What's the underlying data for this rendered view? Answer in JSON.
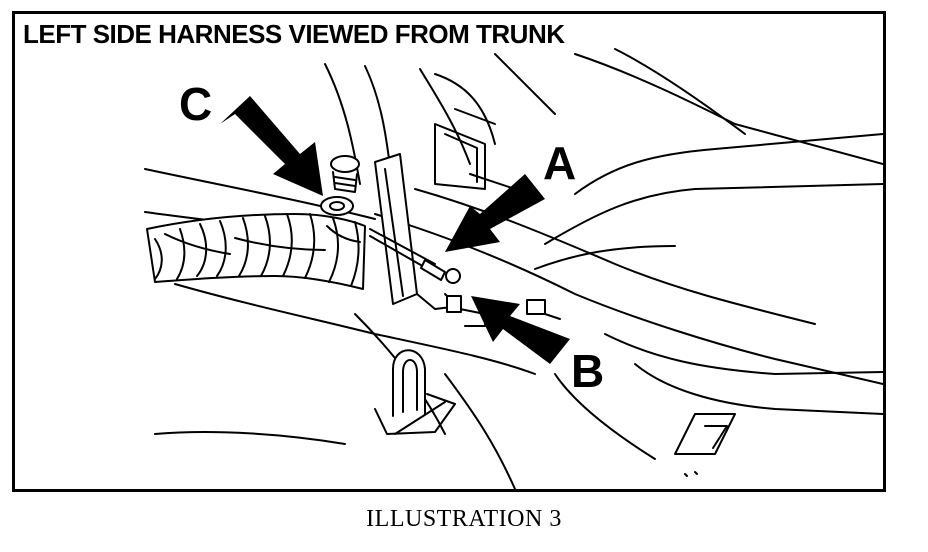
{
  "heading": "LEFT SIDE HARNESS VIEWED FROM TRUNK",
  "callouts": {
    "a": "A",
    "b": "B",
    "c": "C"
  },
  "caption": "ILLUSTRATION 3"
}
